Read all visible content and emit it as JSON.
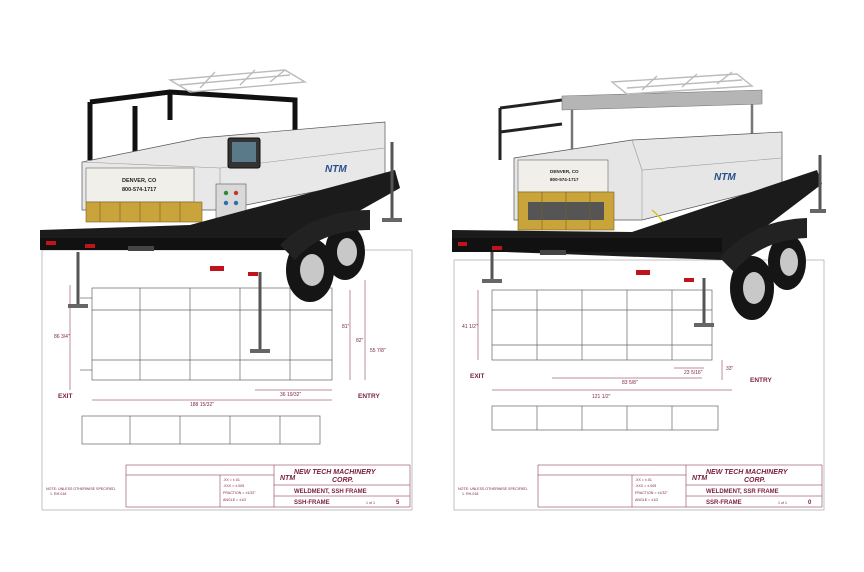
{
  "left": {
    "location": "DENVER, CO",
    "phone": "800-574-1717",
    "brand": "NTM",
    "company": "NEW TECH MACHINERY",
    "company_line2": "CORP.",
    "title": "WELDMENT, SSH FRAME",
    "dwg": "SSH-FRAME",
    "rev": "5",
    "sheet": "1 of 1",
    "note": "NOTE: UNLESS OTHERWISE SPECIFIED.",
    "note_item": "1. RH-018",
    "exit_label": "EXIT",
    "entry_label": "ENTRY",
    "tol1": ".XX = ±.01",
    "tol2": ".XXX = ±.005",
    "tol3": "FRACTION = ±1/32\"",
    "tol4": "ANGLE = ±1/2",
    "dims": {
      "width": "188 15/32\"",
      "half": "36 19/32\"",
      "h1": "81\"",
      "h2": "82\"",
      "h3": "55 7/8\"",
      "v1": "86 3/4\""
    }
  },
  "right": {
    "location": "DENVER, CO",
    "phone": "800-574-1717",
    "brand": "NTM",
    "company": "NEW TECH MACHINERY",
    "company_line2": "CORP.",
    "title": "WELDMENT, SSR FRAME",
    "dwg": "SSR-FRAME",
    "rev": "0",
    "sheet": "1 of 1",
    "note": "NOTE: UNLESS OTHERWISE SPECIFIED.",
    "note_item": "1. RH-018",
    "exit_label": "EXIT",
    "entry_label": "ENTRY",
    "tol1": ".XX = ±.01",
    "tol2": ".XXX = ±.005",
    "tol3": "FRACTION = ±1/32\"",
    "tol4": "ANGLE = ±1/2",
    "dims": {
      "width": "121 1/2\"",
      "mid": "83 5/8\"",
      "small": "23 5/16\"",
      "v1": "41 1/2\"",
      "h1": "33\""
    }
  },
  "colors": {
    "dim": "#7a1f3a",
    "trailer": "#1b1b1b",
    "machine": "#e6e6e6",
    "frame": "#111111",
    "gold": "#c9a43a",
    "panel": "#f1efe9"
  }
}
